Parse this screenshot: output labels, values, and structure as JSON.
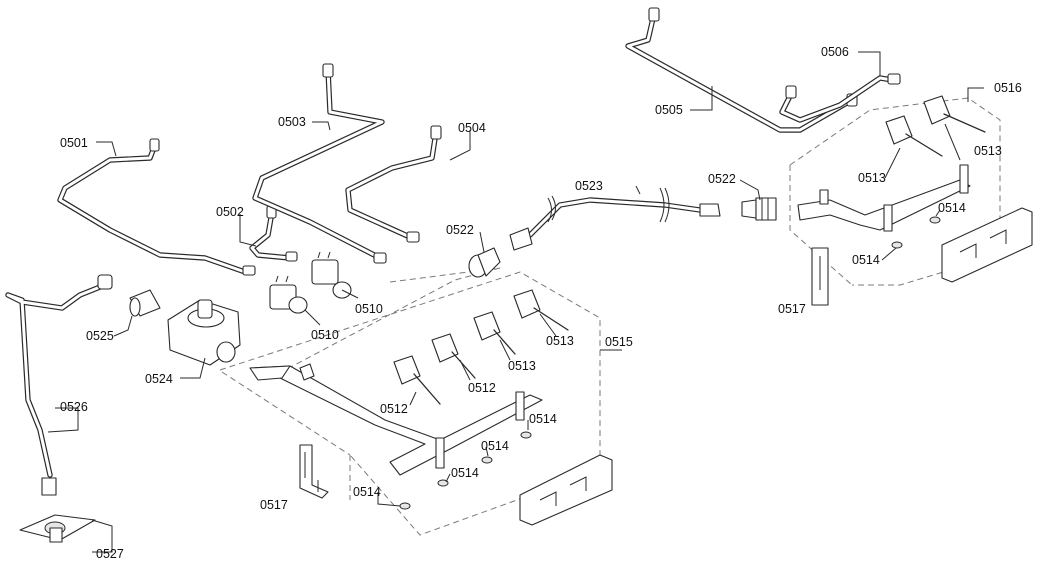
{
  "labels": {
    "p0501": "0501",
    "p0502": "0502",
    "p0503": "0503",
    "p0504": "0504",
    "p0505": "0505",
    "p0506": "0506",
    "p0510a": "0510",
    "p0510b": "0510",
    "p0512a": "0512",
    "p0512b": "0512",
    "p0513a": "0513",
    "p0513b": "0513",
    "p0513c": "0513",
    "p0513d": "0513",
    "p0514a": "0514",
    "p0514b": "0514",
    "p0514c": "0514",
    "p0514d": "0514",
    "p0514e": "0514",
    "p0514f": "0514",
    "p0515": "0515",
    "p0516": "0516",
    "p0517a": "0517",
    "p0517b": "0517",
    "p0522a": "0522",
    "p0522b": "0522",
    "p0523": "0523",
    "p0524": "0524",
    "p0525": "0525",
    "p0526": "0526",
    "p0527": "0527"
  }
}
